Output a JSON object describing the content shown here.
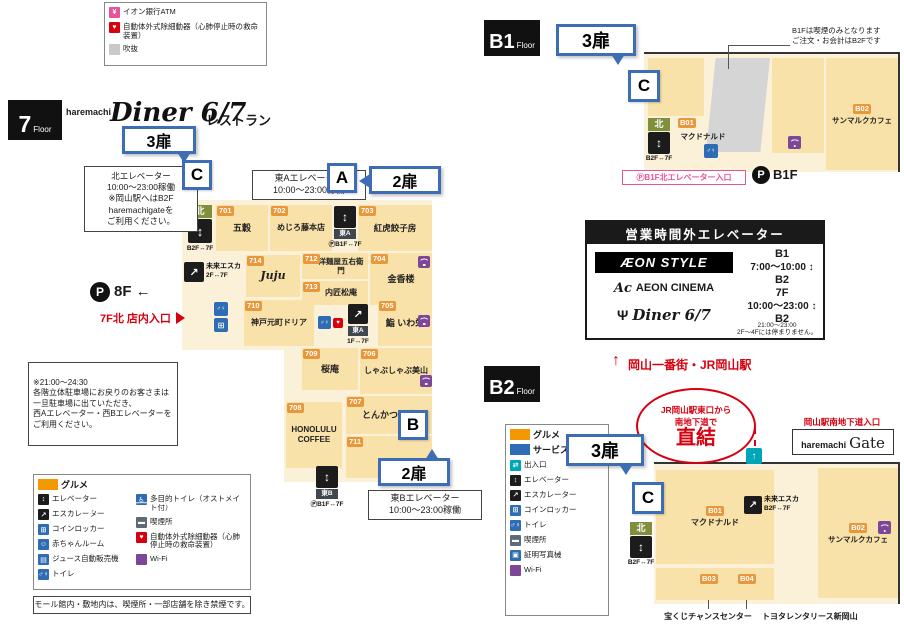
{
  "legend_topleft": {
    "items": [
      {
        "icon": "atm-icon",
        "label": "イオン銀行ATM"
      },
      {
        "icon": "aed-icon",
        "label": "自動体外式除細動器（心肺停止時の救命装置）"
      },
      {
        "icon": "void-icon",
        "label": "吹抜"
      }
    ]
  },
  "floor7": {
    "floor_number": "7",
    "floor_word": "Floor",
    "brand": "haremachi",
    "diner_logo": "Diner 6/7",
    "category": "レストラン",
    "door3_label": "3扉",
    "door2_label": "2扉",
    "letter_a": "A",
    "letter_b": "B",
    "letter_c": "C",
    "north_elevator_note": {
      "line1": "北エレベーター",
      "line2": "10:00～23:00稼働",
      "line3": "※岡山駅へはB2F",
      "line4": "haremachigateを",
      "line5": "ご利用ください。"
    },
    "east_a_note": {
      "line1": "東Aエレベーター",
      "line2": "10:00～23:00稼働"
    },
    "east_b_note": {
      "line1": "東Bエレベーター",
      "line2": "10:00～23:00稼働"
    },
    "parking_symbol": "P",
    "parking_8f": "8F ←",
    "entrance_label": "7F北 店内入口",
    "parking_note": {
      "line1": "※21:00～24:30",
      "line2": "各階立体駐車場にお戻りのお客さまは",
      "line3": "一旦駐車場に出ていただき、",
      "line4": "西Aエレベーター・西Bエレベーターを",
      "line5": "ご利用ください。"
    },
    "north_ev": {
      "label": "北",
      "range": "B2F↔7F"
    },
    "east_a_ev": {
      "label": "東A",
      "parking": "ⓅB1F↔7F"
    },
    "east_b_ev": {
      "label": "東B",
      "parking": "ⓅB1F↔7F"
    },
    "mirai_esca": {
      "name": "未来エスカ",
      "range": "2F↔7F"
    },
    "east_a_esca": {
      "name": "東A",
      "range": "1F↔7F"
    },
    "shops": [
      {
        "no": "701",
        "name": "五穀"
      },
      {
        "no": "702",
        "name": "めじろ藤本店"
      },
      {
        "no": "703",
        "name": "紅虎餃子房"
      },
      {
        "no": "714",
        "name": "Juju"
      },
      {
        "no": "712",
        "name": "洋麺屋五右衛門"
      },
      {
        "no": "713",
        "name": "内匠松庵"
      },
      {
        "no": "704",
        "name": "金香楼"
      },
      {
        "no": "710",
        "name": "神戸元町ドリア"
      },
      {
        "no": "705",
        "name": "鮨 いわ栄"
      },
      {
        "no": "709",
        "name": "桜庵"
      },
      {
        "no": "706",
        "name": "しゃぶしゃぶ美山"
      },
      {
        "no": "707",
        "name": "とんかつ和幸"
      },
      {
        "no": "708",
        "name": "HONOLULU COFFEE"
      },
      {
        "no": "711",
        "name": ""
      }
    ]
  },
  "legend7": {
    "gourmet": "グルメ",
    "items_col1": [
      {
        "icon": "elevator-icon",
        "label": "エレベーター"
      },
      {
        "icon": "escalator-icon",
        "label": "エスカレーター"
      },
      {
        "icon": "locker-icon",
        "label": "コインロッカー"
      },
      {
        "icon": "baby-room-icon",
        "label": "赤ちゃんルーム"
      },
      {
        "icon": "vending-icon",
        "label": "ジュース自動販売機"
      },
      {
        "icon": "toilet-icon",
        "label": "トイレ"
      }
    ],
    "items_col2": [
      {
        "icon": "multi-toilet-icon",
        "label": "多目的トイレ（オストメイト付）"
      },
      {
        "icon": "smoking-icon",
        "label": "喫煙所"
      },
      {
        "icon": "aed-icon",
        "label": "自動体外式除細動器（心肺停止時の救命装置）"
      },
      {
        "icon": "wifi-icon",
        "label": "Wi-Fi"
      }
    ]
  },
  "no_smoking_note": "モール館内・敷地内は、喫煙所・一部店舗を除き禁煙です。",
  "b1f": {
    "floor_number": "B1",
    "floor_word": "Floor",
    "door3_label": "3扉",
    "letter_c": "C",
    "smoking_note": {
      "line1": "B1Fは喫煙のみとなります",
      "line2": "ご注文・お会計はB2Fです"
    },
    "shops": [
      {
        "no": "B01",
        "name": "マクドナルド"
      },
      {
        "no": "B02",
        "name": "サンマルクカフェ"
      }
    ],
    "north_ev": {
      "label": "北",
      "range": "B2F↔7F"
    },
    "north_entrance": "ⓅB1F北エレベーター入口",
    "parking_symbol": "P",
    "parking_floor": "B1F"
  },
  "after_hours": {
    "title": "営業時間外エレベーター",
    "aeon_style": "ÆON STYLE",
    "cinema_prefix": "Ac",
    "cinema": "AEON CINEMA",
    "diner": "Diner 6/7",
    "lines": [
      "B1",
      "7:00～10:00 ↕",
      "B2",
      "7F",
      "10:00～23:00 ↕",
      "B2"
    ],
    "note_line1": "21:00～23:00",
    "note_line2": "2F～4Fには停まりません。"
  },
  "access": {
    "street_station": "岡山一番街・JR岡山駅",
    "route_line1": "JR岡山駅東口から",
    "route_line2": "南地下道で",
    "route_line3": "直結",
    "gate_title": "岡山駅南地下道入口",
    "gate_brand": "haremachi",
    "gate_name": "Gate"
  },
  "b2f": {
    "floor_number": "B2",
    "floor_word": "Floor",
    "door3_label": "3扉",
    "letter_c": "C",
    "legend": {
      "gourmet": "グルメ",
      "service": "サービス",
      "items": [
        {
          "icon": "entrance-icon",
          "label": "出入口"
        },
        {
          "icon": "elevator-icon",
          "label": "エレベーター"
        },
        {
          "icon": "escalator-icon",
          "label": "エスカレーター"
        },
        {
          "icon": "locker-icon",
          "label": "コインロッカー"
        },
        {
          "icon": "toilet-icon",
          "label": "トイレ"
        },
        {
          "icon": "smoking-icon",
          "label": "喫煙所"
        },
        {
          "icon": "photo-icon",
          "label": "証明写真機"
        },
        {
          "icon": "wifi-icon",
          "label": "Wi-Fi"
        }
      ]
    },
    "shops": [
      {
        "no": "B01",
        "name": "マクドナルド"
      },
      {
        "no": "B02",
        "name": "サンマルクカフェ"
      },
      {
        "no": "B03",
        "name": "宝くじチャンスセンター"
      },
      {
        "no": "B04",
        "name": "トヨタレンタリース新岡山"
      }
    ],
    "north_ev": {
      "label": "北",
      "range": "B2F↔7F"
    },
    "mirai_esca": {
      "name": "未来エスカ",
      "range": "B2F↔7F"
    }
  },
  "icons": {
    "elevator_glyph": "↕",
    "escalator_glyph": "↗",
    "toilet_glyph": "♂♀",
    "locker_glyph": "⊞",
    "baby_glyph": "☺",
    "vending_glyph": "▤",
    "multi_toilet_glyph": "♿",
    "smoking_glyph": "▬",
    "aed_glyph": "♥",
    "atm_glyph": "¥",
    "entrance_glyph": "⇄",
    "photo_glyph": "▣",
    "walk_glyph": "↑",
    "up_arrow": "↑",
    "fork_glyph": "Ψ"
  }
}
